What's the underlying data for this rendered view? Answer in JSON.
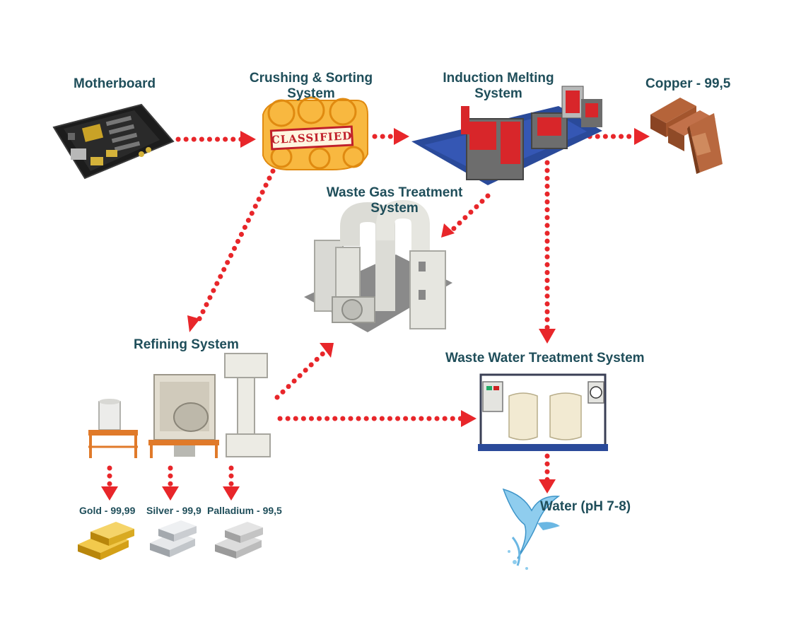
{
  "nodes": {
    "motherboard": {
      "label": "Motherboard"
    },
    "crushing": {
      "line1": "Crushing & Sorting",
      "line2": "System",
      "stamp": "CLASSIFIED"
    },
    "melting": {
      "line1": "Induction Melting",
      "line2": "System"
    },
    "copper": {
      "label": "Copper - 99,5"
    },
    "waste_gas": {
      "line1": "Waste Gas Treatment",
      "line2": "System"
    },
    "refining": {
      "label": "Refining System"
    },
    "waste_water": {
      "label": "Waste Water Treatment System"
    },
    "gold": {
      "label": "Gold - 99,99"
    },
    "silver": {
      "label": "Silver - 99,9"
    },
    "palladium": {
      "label": "Palladium - 99,5"
    },
    "water": {
      "label": "Water (pH 7-8)"
    }
  },
  "colors": {
    "label": "#1f4e5a",
    "arrow": "#e8262a",
    "stamp_orange": "#f6a623",
    "stamp_red": "#c0202a",
    "gold": "#d4a017",
    "silver": "#c8ccd0",
    "copper": "#a0522d",
    "water": "#6bb7e3"
  },
  "edges": [
    {
      "from": "motherboard",
      "to": "crushing"
    },
    {
      "from": "crushing",
      "to": "melting"
    },
    {
      "from": "melting",
      "to": "copper"
    },
    {
      "from": "crushing",
      "to": "refining"
    },
    {
      "from": "melting",
      "to": "waste_gas"
    },
    {
      "from": "melting",
      "to": "waste_water"
    },
    {
      "from": "refining",
      "to": "waste_gas"
    },
    {
      "from": "refining",
      "to": "waste_water"
    },
    {
      "from": "refining",
      "to": "gold"
    },
    {
      "from": "refining",
      "to": "silver"
    },
    {
      "from": "refining",
      "to": "palladium"
    },
    {
      "from": "waste_water",
      "to": "water"
    }
  ]
}
